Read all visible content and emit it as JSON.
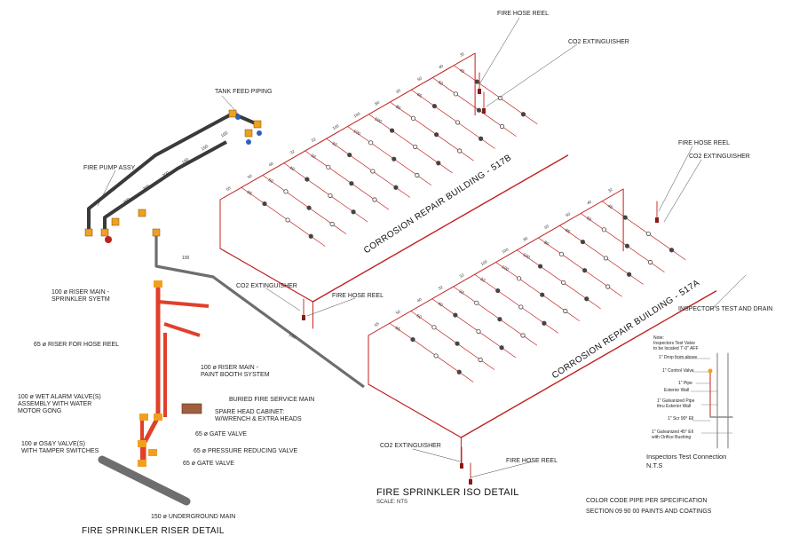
{
  "diagram": {
    "title": "FIRE SPRINKLER ISO DETAIL",
    "scale": "SCALE: NTS",
    "bottom_cut_title": "FIRE SPRINKLER RISER DETAIL",
    "buildings": {
      "b517b": "CORROSION REPAIR BUILDING - 517B",
      "b517a": "CORROSION REPAIR BUILDING - 517A"
    },
    "labels": {
      "fire_hose_reel_top": "FIRE HOSE REEL",
      "co2_top": "CO2 EXTINGUISHER",
      "tank_feed": "TANK FEED PIPING",
      "fire_pump": "FIRE PUMP ASSY",
      "fire_hose_reel_right": "FIRE HOSE REEL",
      "co2_right": "CO2 EXTINGUISHER",
      "co2_mid": "CO2 EXTINGUISHER",
      "fire_hose_reel_mid": "FIRE HOSE REEL",
      "riser_sprinkler": "100 ø RISER MAIN -\nSPRINKLER SYETM",
      "inspectors_test": "INSPECTOR'S TEST AND DRAIN",
      "riser_hose": "65 ø RISER FOR HOSE REEL",
      "riser_paint": "100 ø RISER MAIN -\nPAINT BOOTH SYSTEM",
      "buried_main": "BURIED FIRE SERVICE MAIN",
      "wet_alarm": "100 ø WET ALARM VALVE(S)\nASSEMBLY WITH WATER\nMOTOR GONG",
      "spare_head": "SPARE HEAD CABINET:\nW/WRENCH & EXTRA HEADS",
      "gate_valve_1": "65 ø GATE VALVE",
      "osy_valve": "100 ø OS&Y VALVE(S)\nWITH TAMPER SWITCHES",
      "prv": "65 ø PRESSURE REDUCING VALVE",
      "gate_valve_2": "65 ø GATE VALVE",
      "underground": "150 ø UNDERGROUND MAIN",
      "co2_bottom": "CO2 EXTINGUISHER",
      "fire_hose_reel_bottom": "FIRE HOSE REEL"
    },
    "inspector_detail": {
      "note": "Note:\nInspectors Test Valve\nto be located 7'-0\" AFF",
      "drop": "1\" Drop from above",
      "control_valve": "1\" Control Valve",
      "pipe": "1\" Pipe",
      "exterior_wall": "Exterior Wall",
      "galv_pipe": "1\" Galvanized Pipe\nthru Exterior Wall",
      "scr_ell": "1\" Scr 90° Ell",
      "galv_45": "1\" Galvanized 45° Ell\nwith Orifice Bushing",
      "title": "Inspectors Test Connection",
      "scale": "N.T.S"
    },
    "spec_note": {
      "line1": "COLOR CODE PIPE PER SPECIFICATION",
      "line2": "SECTION 09 90 00 PAINTS AND COATINGS"
    },
    "pipe_sizes_517b": [
      "65",
      "50",
      "40",
      "32",
      "32",
      "100",
      "100",
      "80",
      "65",
      "50",
      "40",
      "32"
    ],
    "pipe_sizes_517a": [
      "65",
      "50",
      "40",
      "32",
      "32",
      "100",
      "100",
      "80",
      "65",
      "50",
      "40",
      "32"
    ],
    "pump_sizes": [
      "200",
      "200",
      "200",
      "150",
      "150",
      "100"
    ],
    "colors": {
      "sprinkler_pipe": "#c0201d",
      "riser_pipe": "#e0402a",
      "service_pipe": "#6e6e6e",
      "dark_pipe": "#3a3a3a",
      "fitting": "#f0a020",
      "valve_blue": "#2a62b8",
      "head": "#444444"
    }
  }
}
